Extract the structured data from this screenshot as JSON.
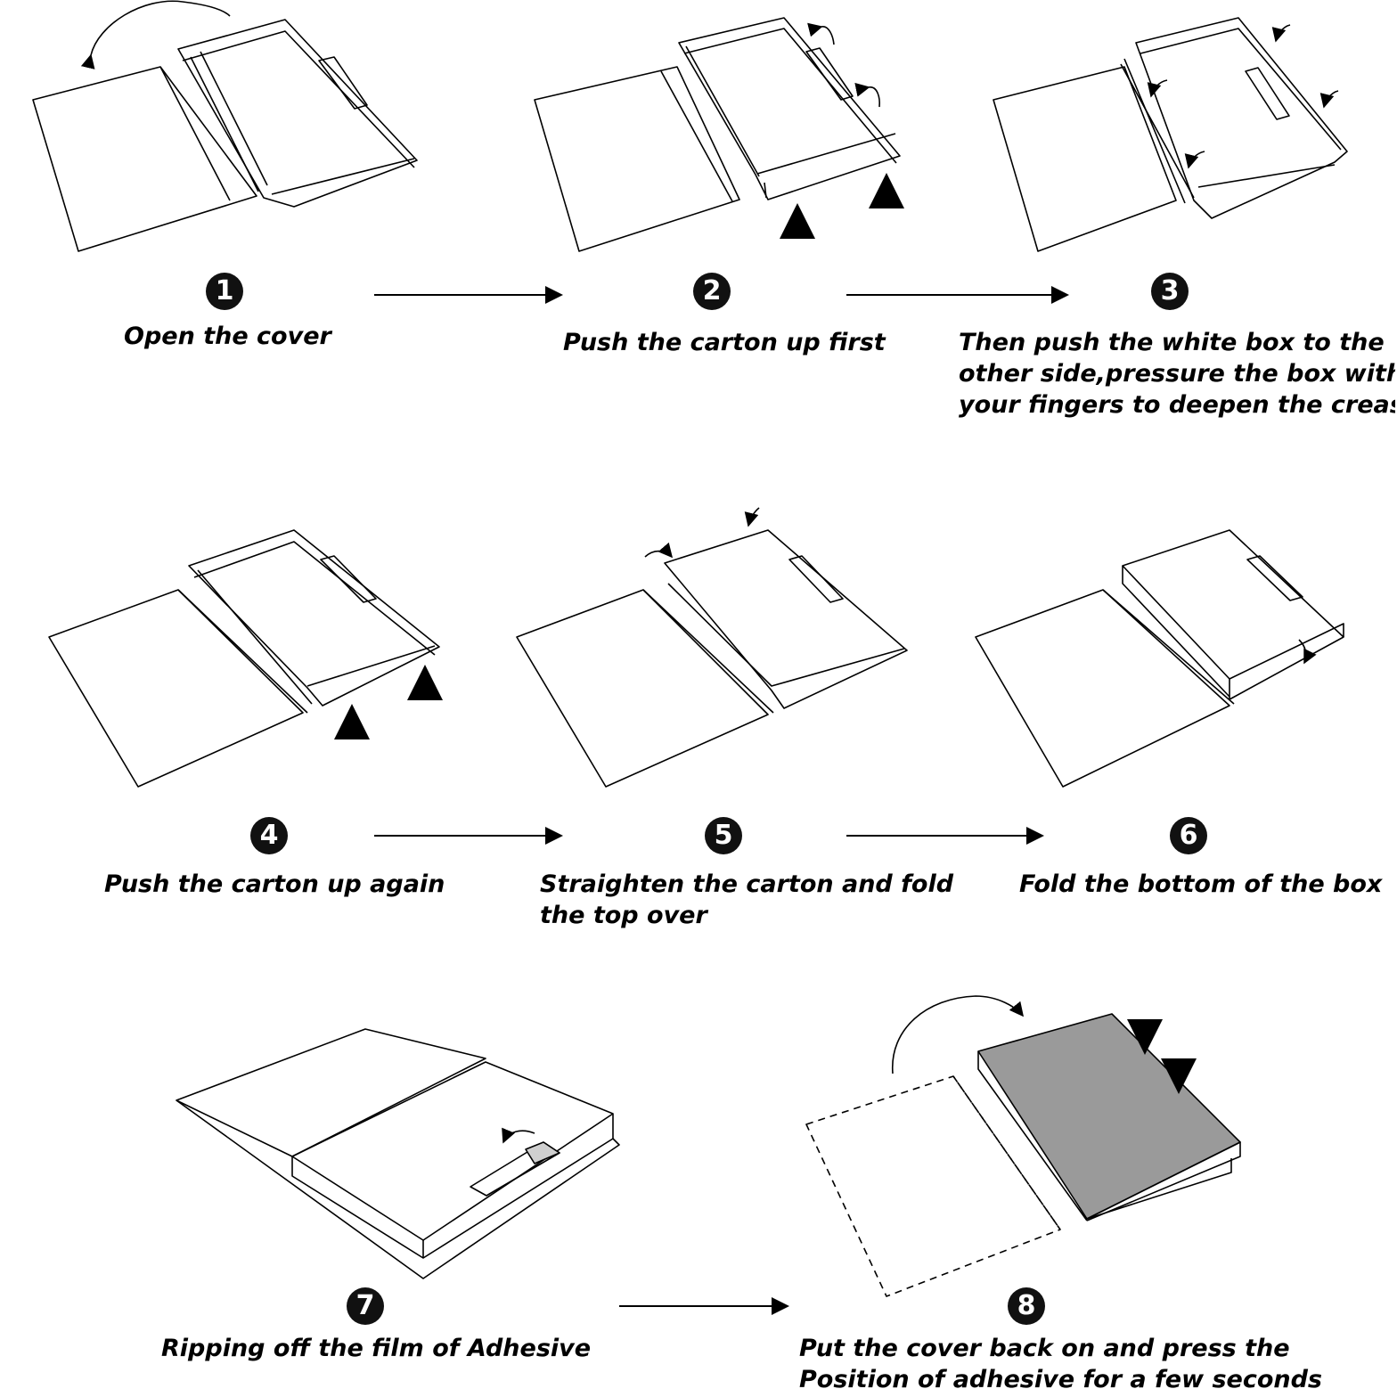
{
  "steps": [
    {
      "number": "1",
      "caption": [
        "Open the cover"
      ]
    },
    {
      "number": "2",
      "caption": [
        "Push the carton up first"
      ]
    },
    {
      "number": "3",
      "caption": [
        "Then push the white box to the",
        "other side,pressure the box with",
        "your fingers to deepen the creas"
      ]
    },
    {
      "number": "4",
      "caption": [
        "Push the carton up again"
      ]
    },
    {
      "number": "5",
      "caption": [
        "Straighten the carton and fold",
        "the top over"
      ]
    },
    {
      "number": "6",
      "caption": [
        "Fold the bottom of the box"
      ]
    },
    {
      "number": "7",
      "caption": [
        "Ripping off the film of Adhesive"
      ]
    },
    {
      "number": "8",
      "caption": [
        "Put the cover back on and press the",
        "Position of adhesive for a few seconds"
      ]
    }
  ],
  "colors": {
    "ink": "#000000",
    "box_fill_step8": "#9a9a9a",
    "badge": "#111111"
  }
}
